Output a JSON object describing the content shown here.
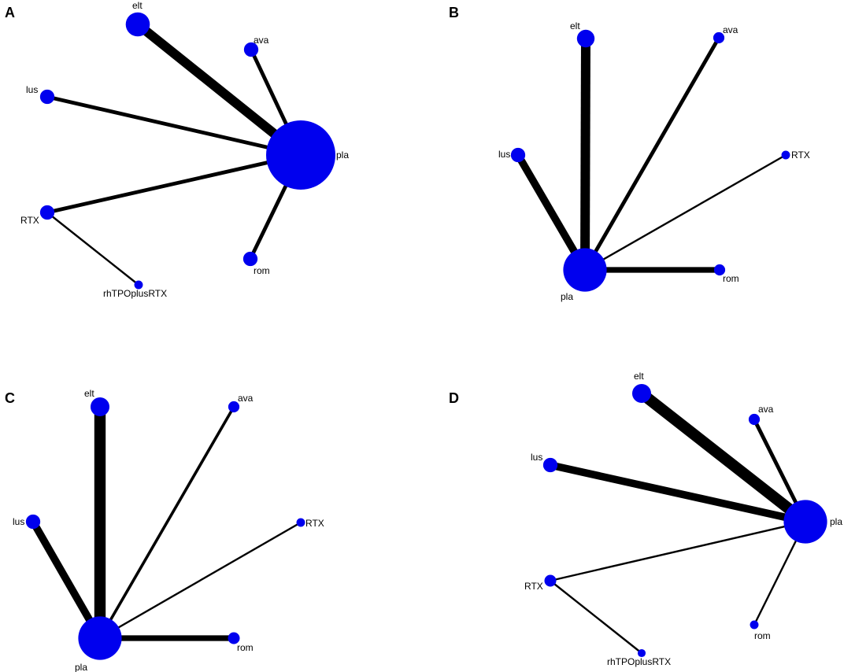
{
  "colors": {
    "node": "#0000ee",
    "edge": "#000000",
    "background": "#ffffff"
  },
  "panels": [
    {
      "label": "A",
      "nodes": [
        {
          "id": "elt",
          "label": "elt",
          "size": 3
        },
        {
          "id": "ava",
          "label": "ava",
          "size": 1.5
        },
        {
          "id": "lus",
          "label": "lus",
          "size": 1.5
        },
        {
          "id": "pla",
          "label": "pla",
          "size": 10
        },
        {
          "id": "RTX",
          "label": "RTX",
          "size": 1.5
        },
        {
          "id": "rom",
          "label": "rom",
          "size": 1.5
        },
        {
          "id": "rhTPOplusRTX",
          "label": "rhTPOplusRTX",
          "size": 0.6
        }
      ],
      "edges": [
        {
          "from": "elt",
          "to": "pla",
          "weight": 5
        },
        {
          "from": "ava",
          "to": "pla",
          "weight": 2
        },
        {
          "from": "lus",
          "to": "pla",
          "weight": 2
        },
        {
          "from": "RTX",
          "to": "pla",
          "weight": 2
        },
        {
          "from": "rom",
          "to": "pla",
          "weight": 2
        },
        {
          "from": "RTX",
          "to": "rhTPOplusRTX",
          "weight": 1
        }
      ]
    },
    {
      "label": "B",
      "nodes": [
        {
          "id": "elt",
          "label": "elt",
          "size": 2
        },
        {
          "id": "ava",
          "label": "ava",
          "size": 1
        },
        {
          "id": "lus",
          "label": "lus",
          "size": 1.5
        },
        {
          "id": "RTX",
          "label": "RTX",
          "size": 0.6
        },
        {
          "id": "pla",
          "label": "pla",
          "size": 6
        },
        {
          "id": "rom",
          "label": "rom",
          "size": 1
        }
      ],
      "edges": [
        {
          "from": "elt",
          "to": "pla",
          "weight": 5
        },
        {
          "from": "ava",
          "to": "pla",
          "weight": 2
        },
        {
          "from": "lus",
          "to": "pla",
          "weight": 4
        },
        {
          "from": "RTX",
          "to": "pla",
          "weight": 1
        },
        {
          "from": "rom",
          "to": "pla",
          "weight": 3
        }
      ]
    },
    {
      "label": "C",
      "nodes": [
        {
          "id": "elt",
          "label": "elt",
          "size": 2.2
        },
        {
          "id": "ava",
          "label": "ava",
          "size": 1
        },
        {
          "id": "lus",
          "label": "lus",
          "size": 1.5
        },
        {
          "id": "RTX",
          "label": "RTX",
          "size": 0.6
        },
        {
          "id": "pla",
          "label": "pla",
          "size": 6
        },
        {
          "id": "rom",
          "label": "rom",
          "size": 1.1
        }
      ],
      "edges": [
        {
          "from": "elt",
          "to": "pla",
          "weight": 6
        },
        {
          "from": "ava",
          "to": "pla",
          "weight": 1.5
        },
        {
          "from": "lus",
          "to": "pla",
          "weight": 4
        },
        {
          "from": "RTX",
          "to": "pla",
          "weight": 1
        },
        {
          "from": "rom",
          "to": "pla",
          "weight": 3
        }
      ]
    },
    {
      "label": "D",
      "nodes": [
        {
          "id": "elt",
          "label": "elt",
          "size": 2.2
        },
        {
          "id": "ava",
          "label": "ava",
          "size": 1
        },
        {
          "id": "lus",
          "label": "lus",
          "size": 1.5
        },
        {
          "id": "pla",
          "label": "pla",
          "size": 6
        },
        {
          "id": "RTX",
          "label": "RTX",
          "size": 1.1
        },
        {
          "id": "rom",
          "label": "rom",
          "size": 0.6
        },
        {
          "id": "rhTPOplusRTX",
          "label": "rhTPOplusRTX",
          "size": 0.5
        }
      ],
      "edges": [
        {
          "from": "elt",
          "to": "pla",
          "weight": 6
        },
        {
          "from": "ava",
          "to": "pla",
          "weight": 2
        },
        {
          "from": "lus",
          "to": "pla",
          "weight": 4
        },
        {
          "from": "RTX",
          "to": "pla",
          "weight": 1
        },
        {
          "from": "rom",
          "to": "pla",
          "weight": 1
        },
        {
          "from": "RTX",
          "to": "rhTPOplusRTX",
          "weight": 1
        }
      ]
    }
  ]
}
